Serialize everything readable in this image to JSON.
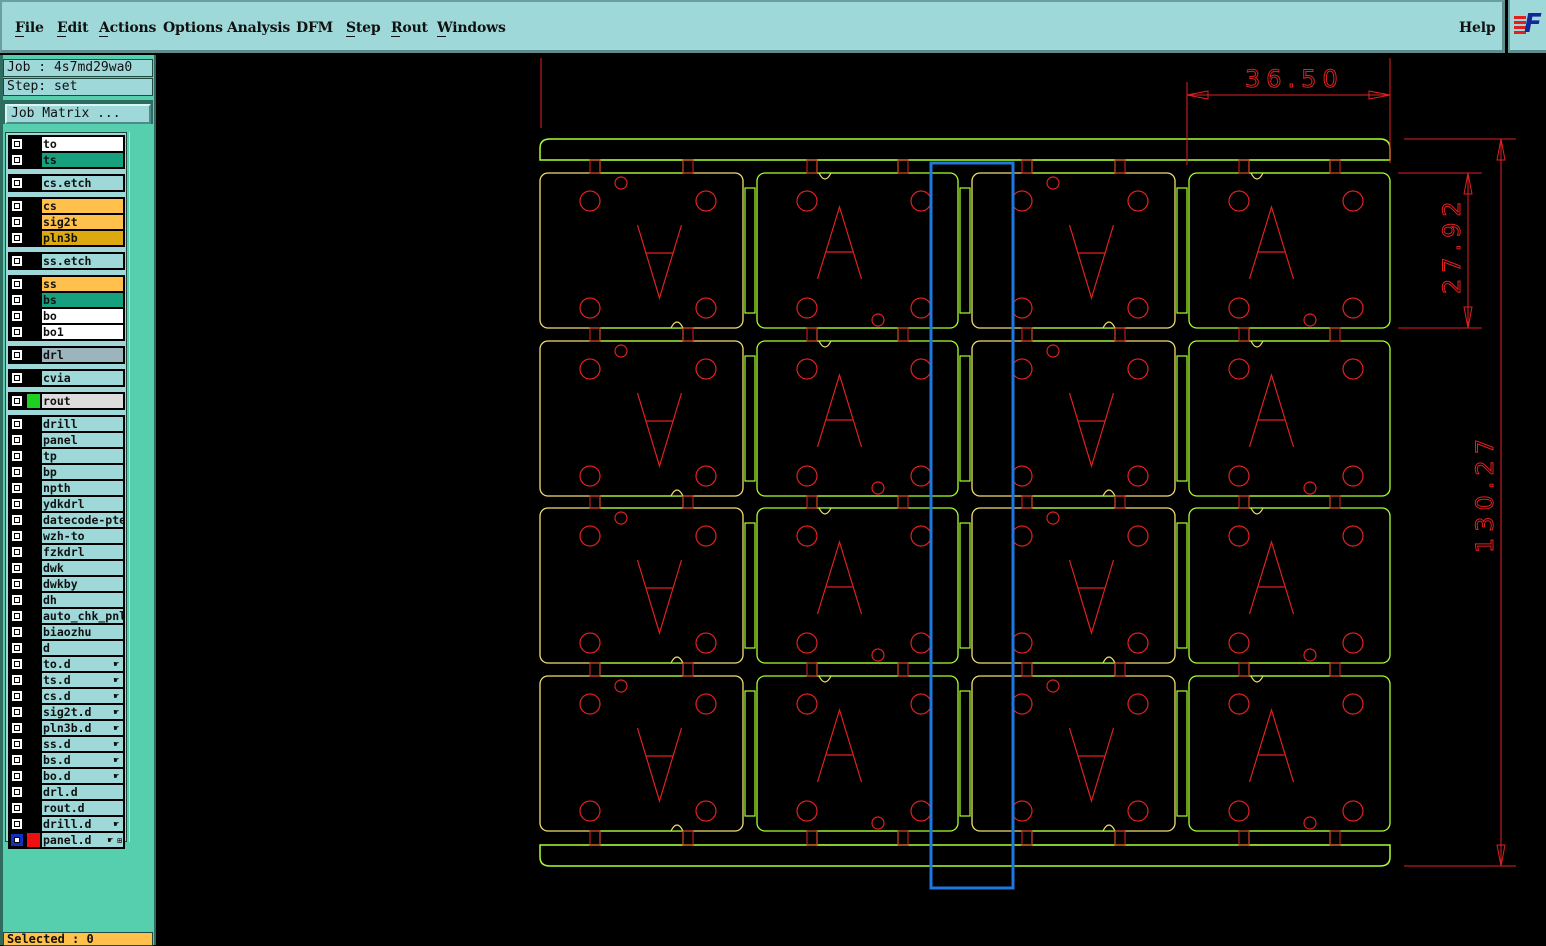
{
  "menubar": {
    "items": [
      {
        "label": "File",
        "mnemonic": "F"
      },
      {
        "label": "Edit",
        "mnemonic": "E"
      },
      {
        "label": "Actions",
        "mnemonic": "A"
      },
      {
        "label": "Options",
        "mnemonic": ""
      },
      {
        "label": "Analysis",
        "mnemonic": ""
      },
      {
        "label": "DFM",
        "mnemonic": ""
      },
      {
        "label": "Step",
        "mnemonic": "S"
      },
      {
        "label": "Rout",
        "mnemonic": "R"
      },
      {
        "label": "Windows",
        "mnemonic": "W"
      }
    ],
    "help_label": "Help",
    "logo_letter": "F"
  },
  "sidebar": {
    "job": "Job : 4s7md29wa0",
    "step": "Step: set",
    "job_matrix_label": "Job Matrix ...",
    "selected": "Selected : 0"
  },
  "colors": {
    "menu_bg": "#9ed8d8",
    "sidebar_bg": "#55cfae",
    "canvas_bg": "#000000",
    "profile_green": "#a8ff30",
    "rout_yellow": "#f0e070",
    "drawing_red": "#e02020",
    "selection_blue": "#1e78e0"
  },
  "layer_groups": [
    {
      "layers": [
        {
          "name": "to",
          "bg": "#ffffff"
        },
        {
          "name": "ts",
          "bg": "#16a07e"
        }
      ]
    },
    {
      "layers": [
        {
          "name": "cs.etch",
          "bg": "#9ed8d8"
        }
      ]
    },
    {
      "layers": [
        {
          "name": "cs",
          "bg": "#ffc04c"
        },
        {
          "name": "sig2t",
          "bg": "#ffc04c"
        },
        {
          "name": "pln3b",
          "bg": "#dcaa10"
        }
      ]
    },
    {
      "layers": [
        {
          "name": "ss.etch",
          "bg": "#9ed8d8"
        }
      ]
    },
    {
      "layers": [
        {
          "name": "ss",
          "bg": "#ffc04c"
        },
        {
          "name": "bs",
          "bg": "#16a07e"
        },
        {
          "name": "bo",
          "bg": "#ffffff"
        },
        {
          "name": "bo1",
          "bg": "#ffffff"
        }
      ]
    },
    {
      "layers": [
        {
          "name": "drl",
          "bg": "#9cb4bc"
        }
      ]
    },
    {
      "layers": [
        {
          "name": "cvia",
          "bg": "#9ed8d8"
        }
      ]
    },
    {
      "layers": [
        {
          "name": "rout",
          "bg": "#dcdcdc",
          "display_color": "#20d020"
        }
      ]
    },
    {
      "layers": [
        {
          "name": "drill",
          "bg": "#9ed8d8"
        },
        {
          "name": "panel",
          "bg": "#9ed8d8"
        },
        {
          "name": "tp",
          "bg": "#9ed8d8"
        },
        {
          "name": "bp",
          "bg": "#9ed8d8"
        },
        {
          "name": "npth",
          "bg": "#9ed8d8"
        },
        {
          "name": "ydkdrl",
          "bg": "#9ed8d8"
        },
        {
          "name": "datecode-pte",
          "bg": "#9ed8d8"
        },
        {
          "name": "wzh-to",
          "bg": "#9ed8d8"
        },
        {
          "name": "fzkdrl",
          "bg": "#9ed8d8"
        },
        {
          "name": "dwk",
          "bg": "#9ed8d8"
        },
        {
          "name": "dwkby",
          "bg": "#9ed8d8"
        },
        {
          "name": "dh",
          "bg": "#9ed8d8"
        },
        {
          "name": "auto_chk_pnl",
          "bg": "#9ed8d8"
        },
        {
          "name": "biaozhu",
          "bg": "#9ed8d8"
        },
        {
          "name": "d",
          "bg": "#9ed8d8"
        },
        {
          "name": "to.d",
          "bg": "#9ed8d8",
          "marker": "hand"
        },
        {
          "name": "ts.d",
          "bg": "#9ed8d8",
          "marker": "hand"
        },
        {
          "name": "cs.d",
          "bg": "#9ed8d8",
          "marker": "hand"
        },
        {
          "name": "sig2t.d",
          "bg": "#9ed8d8",
          "marker": "hand"
        },
        {
          "name": "pln3b.d",
          "bg": "#9ed8d8",
          "marker": "hand"
        },
        {
          "name": "ss.d",
          "bg": "#9ed8d8",
          "marker": "hand"
        },
        {
          "name": "bs.d",
          "bg": "#9ed8d8",
          "marker": "hand"
        },
        {
          "name": "bo.d",
          "bg": "#9ed8d8",
          "marker": "hand"
        },
        {
          "name": "drl.d",
          "bg": "#9ed8d8"
        },
        {
          "name": "rout.d",
          "bg": "#9ed8d8"
        },
        {
          "name": "drill.d",
          "bg": "#9ed8d8",
          "marker": "hand"
        },
        {
          "name": "panel.d",
          "bg": "#9ed8d8",
          "marker": "hand",
          "affected": true,
          "active": true,
          "display_color": "#ee1010"
        }
      ]
    }
  ],
  "drawing": {
    "columns": 4,
    "rows": 4,
    "unit_letter": "A",
    "dimensions": {
      "width": "36.50",
      "unit_height": "27.92",
      "panel_height": "130.27"
    }
  }
}
